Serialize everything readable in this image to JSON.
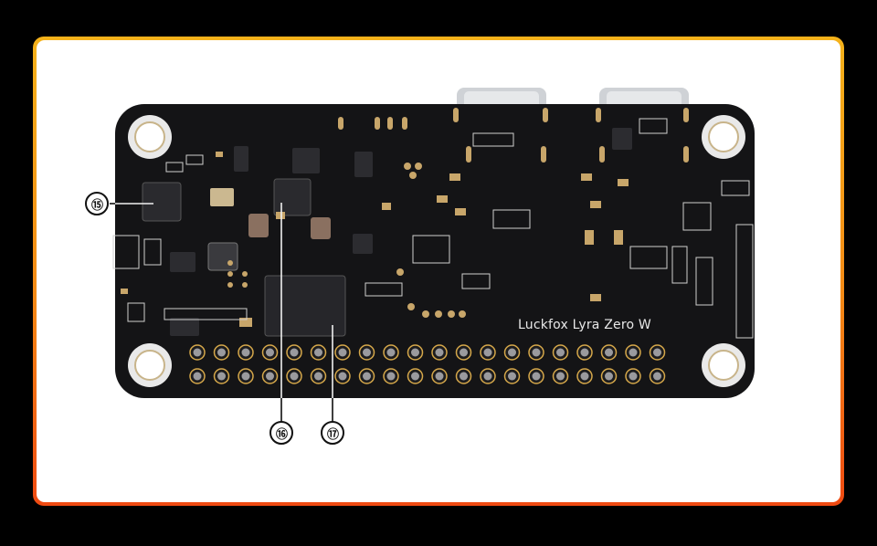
{
  "board": {
    "silkscreen": "Luckfox Lyra Zero W"
  },
  "callouts": [
    {
      "id": "15",
      "label": "⑮"
    },
    {
      "id": "16",
      "label": "⑯"
    },
    {
      "id": "17",
      "label": "⑰"
    }
  ],
  "colors": {
    "frame_top": "#f5b21a",
    "frame_bottom": "#ef4a12",
    "pcb": "#141416",
    "pin_gold": "#d6a84a"
  }
}
